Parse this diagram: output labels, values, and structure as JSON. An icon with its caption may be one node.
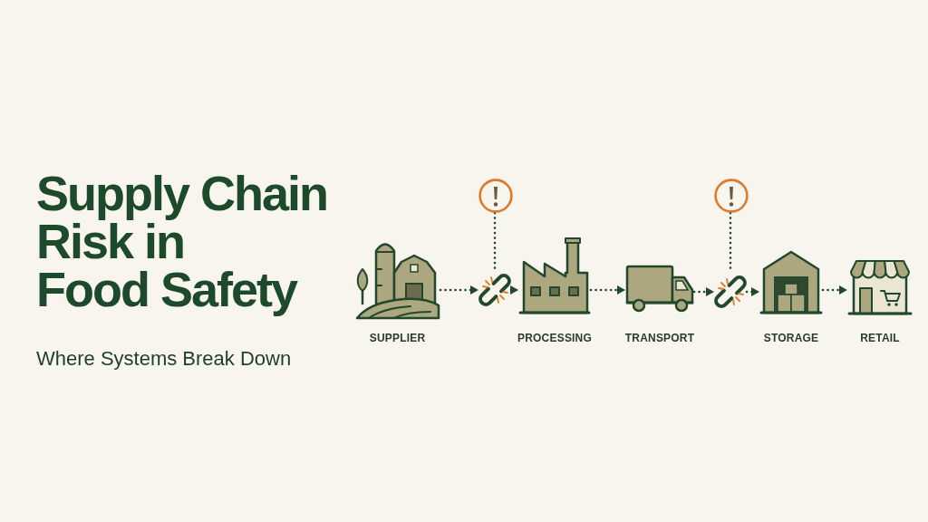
{
  "diagram": {
    "title": "Supply Chain Risk in Food Safety",
    "nodes": [
      {
        "text": [
          "SUPPLIER"
        ]
      },
      {
        "text": [],
        "shape": "circle"
      },
      {
        "text": [],
        "shape": "picture"
      },
      {
        "text": [
          "PROCESSING"
        ]
      },
      {
        "text": [
          "TRANSPORT"
        ]
      },
      {
        "text": [],
        "shape": "circle"
      },
      {
        "text": [],
        "shape": "picture"
      },
      {
        "text": [
          "STORAGE"
        ]
      },
      {
        "text": [
          "RETAIL"
        ]
      }
    ],
    "edges": [
      {
        "from": 0,
        "to": 2,
        "arrow": "to",
        "style": "dashed"
      },
      {
        "from": 2,
        "to": 3,
        "arrow": "to",
        "style": "dashed"
      },
      {
        "from": 3,
        "to": 4,
        "arrow": "to",
        "style": "dashed"
      },
      {
        "from": 4,
        "to": 6,
        "arrow": "to",
        "style": "dashed"
      },
      {
        "from": 6,
        "to": 7,
        "arrow": "to",
        "style": "dashed"
      },
      {
        "from": 7,
        "to": 8,
        "arrow": "to",
        "style": "dashed"
      },
      {
        "from": 1,
        "to": 2,
        "arrow": "none",
        "style": "dashed"
      },
      {
        "from": 5,
        "to": 6,
        "arrow": "none",
        "style": "dashed"
      }
    ],
    "labels": [
      "Where Systems Break Down"
    ]
  }
}
